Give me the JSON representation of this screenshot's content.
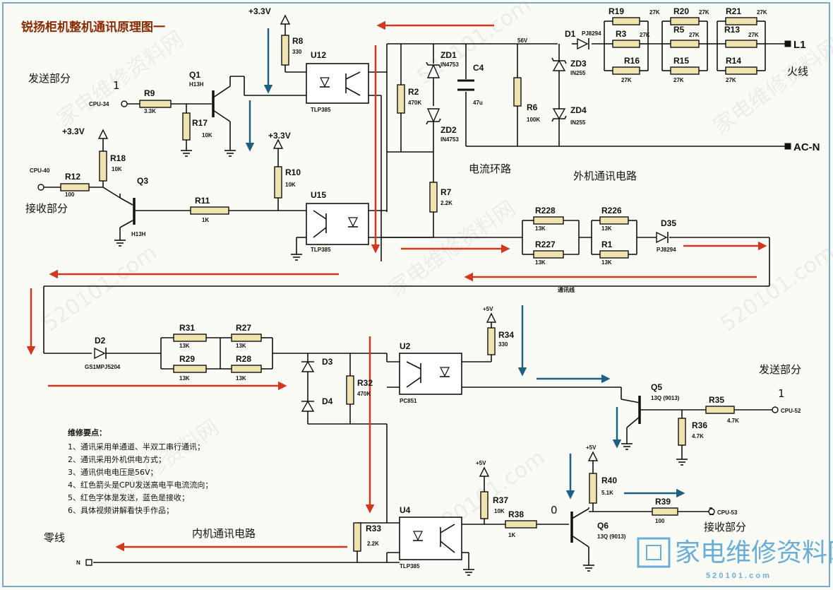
{
  "title": "锐扬柜机整机通讯原理图一",
  "sections": {
    "send_left": "发送部分",
    "recv_left": "接收部分",
    "send_right": "发送部分",
    "recv_right": "接收部分",
    "loop": "电流环路",
    "outdoor": "外机通讯电路",
    "indoor": "内机通讯电路",
    "live": "火线",
    "neutral": "零线",
    "comm": "通讯线"
  },
  "markers": {
    "one": "1",
    "zero": "0"
  },
  "rails": {
    "v33": "+3.3V",
    "v5": "+5V",
    "v56": "56V"
  },
  "terminals": {
    "l1": "L1",
    "acn": "AC-N",
    "n": "N"
  },
  "cpu": {
    "p34": "CPU-34",
    "p40": "CPU-40",
    "p52": "CPU-52",
    "p53": "CPU-53"
  },
  "components": {
    "R8": [
      "R8",
      "330"
    ],
    "R9": [
      "R9",
      "3.3K"
    ],
    "R17": [
      "R17",
      "10K"
    ],
    "R18": [
      "R18",
      "10K"
    ],
    "R12": [
      "R12",
      "100"
    ],
    "R10": [
      "R10",
      "10K"
    ],
    "R11": [
      "R11",
      "1K"
    ],
    "R2": [
      "R2",
      "470K"
    ],
    "R7": [
      "R7",
      "2.2K"
    ],
    "R6": [
      "R6",
      "100K"
    ],
    "R19": [
      "R19",
      "27K"
    ],
    "R3": [
      "R3",
      "27K"
    ],
    "R20": [
      "R20",
      "27K"
    ],
    "R5": [
      "R5",
      "27K"
    ],
    "R21": [
      "R21",
      "27K"
    ],
    "R13": [
      "R13",
      "27K"
    ],
    "R16": [
      "R16",
      "27K"
    ],
    "R15": [
      "R15",
      "27K"
    ],
    "R14": [
      "R14",
      "27K"
    ],
    "R228": [
      "R228",
      "13K"
    ],
    "R226": [
      "R226",
      "13K"
    ],
    "R227": [
      "R227",
      "13K"
    ],
    "R1": [
      "R1",
      "13K"
    ],
    "R31": [
      "R31",
      "13K"
    ],
    "R27": [
      "R27",
      "13K"
    ],
    "R29": [
      "R29",
      "13K"
    ],
    "R28": [
      "R28",
      "13K"
    ],
    "R32": [
      "R32",
      "470K"
    ],
    "R34": [
      "R34",
      "330"
    ],
    "R35": [
      "R35",
      "4.7K"
    ],
    "R36": [
      "R36",
      "4.7K"
    ],
    "R37": [
      "R37",
      "10K"
    ],
    "R38": [
      "R38",
      "1K"
    ],
    "R40": [
      "R40",
      "5.1K"
    ],
    "R39": [
      "R39",
      "100"
    ],
    "R33": [
      "R33",
      "2.2K"
    ],
    "U12": [
      "U12",
      "TLP385"
    ],
    "U15": [
      "U15",
      "TLP385"
    ],
    "U2": [
      "U2",
      "PC851"
    ],
    "U4": [
      "U4",
      "TLP385"
    ],
    "Q1": [
      "Q1",
      "H13H"
    ],
    "Q3": [
      "Q3",
      "H13H"
    ],
    "Q5": [
      "Q5",
      "13Q (9013)"
    ],
    "Q6": [
      "Q6",
      "13Q (9013)"
    ],
    "ZD1": [
      "ZD1",
      "IN4753"
    ],
    "ZD2": [
      "ZD2",
      "IN4753"
    ],
    "ZD3": [
      "ZD3",
      "IN255"
    ],
    "ZD4": [
      "ZD4",
      "IN255"
    ],
    "C4": [
      "C4",
      "47u"
    ],
    "D1": [
      "D1",
      "PJ8294"
    ],
    "D35": [
      "D35",
      "PJ8294"
    ],
    "D2": [
      "D2",
      "GS1MPJ5204"
    ],
    "D3": [
      "D3",
      ""
    ],
    "D4": [
      "D4",
      ""
    ]
  },
  "notes": {
    "heading": "维修要点：",
    "items": [
      "1、通讯采用单通道、半双工串行通讯；",
      "2、通讯采用外机供电方式；",
      "3、通讯供电电压是56V；",
      "4、红色箭头是CPU发送高电平电流流向；",
      "5、红色字体是发送，蓝色是接收；",
      "6、具体视频讲解看快手作品；"
    ]
  },
  "watermark": {
    "site": "家电维修资料网",
    "url": "520101.com",
    "brand": "家电维修资料网",
    "brand_url": "5 2 0 1 0 1 . c o m"
  },
  "colors": {
    "send_arrow": "#d2381e",
    "recv_arrow": "#1f5f82",
    "title": "#8a2a00"
  }
}
